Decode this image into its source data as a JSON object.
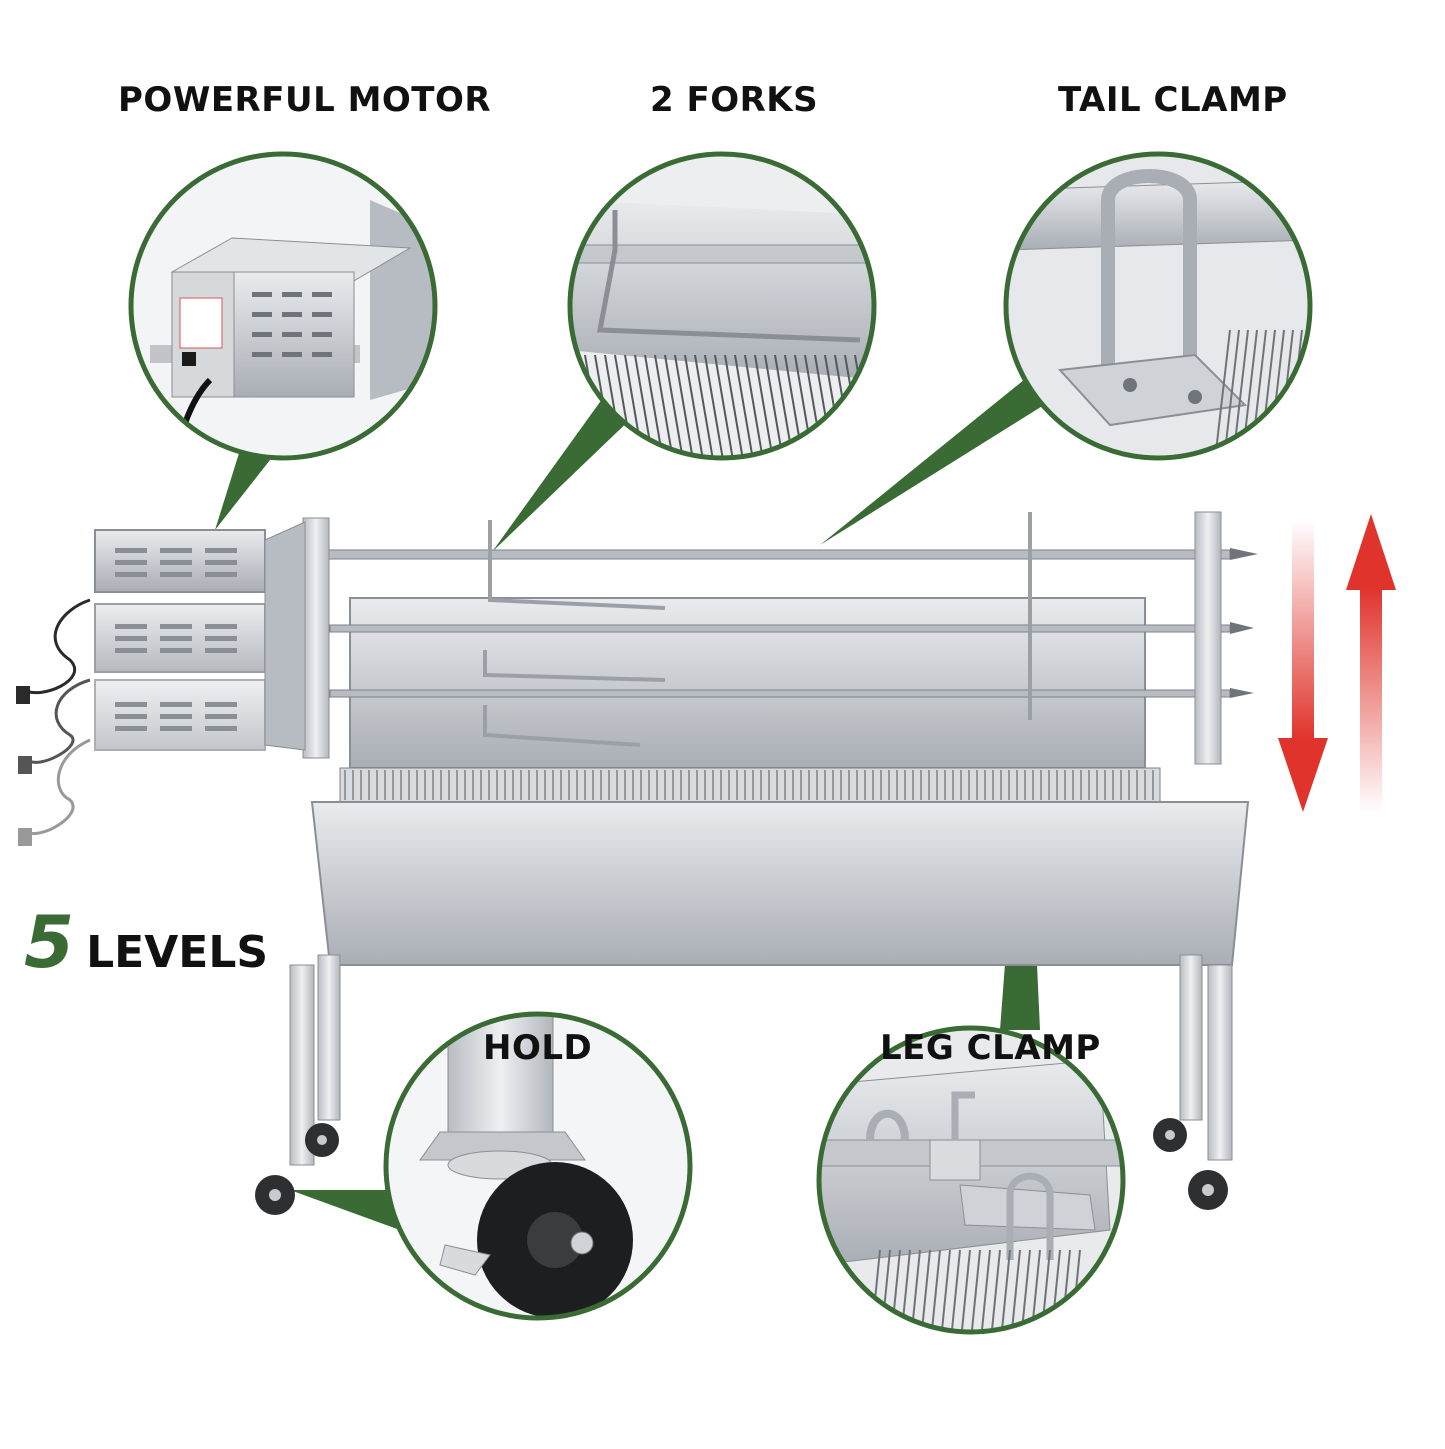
{
  "colors": {
    "accent_green": "#3a6b35",
    "steel": "#c8ccd0",
    "steel_dark": "#8a8f95",
    "arrow_red": "#e0332b",
    "background": "#ffffff"
  },
  "features": {
    "powerful_motor": "POWERFUL MOTOR",
    "two_forks": "2 FORKS",
    "tail_clamp": "TAIL CLAMP",
    "hold": "HOLD",
    "leg_clamp": "LEG CLAMP"
  },
  "levels": {
    "number": "5",
    "word": "LEVELS"
  },
  "icons": {
    "adjust_arrows": "up-down-arrows-icon",
    "power_cord": "power-plug-icon"
  }
}
